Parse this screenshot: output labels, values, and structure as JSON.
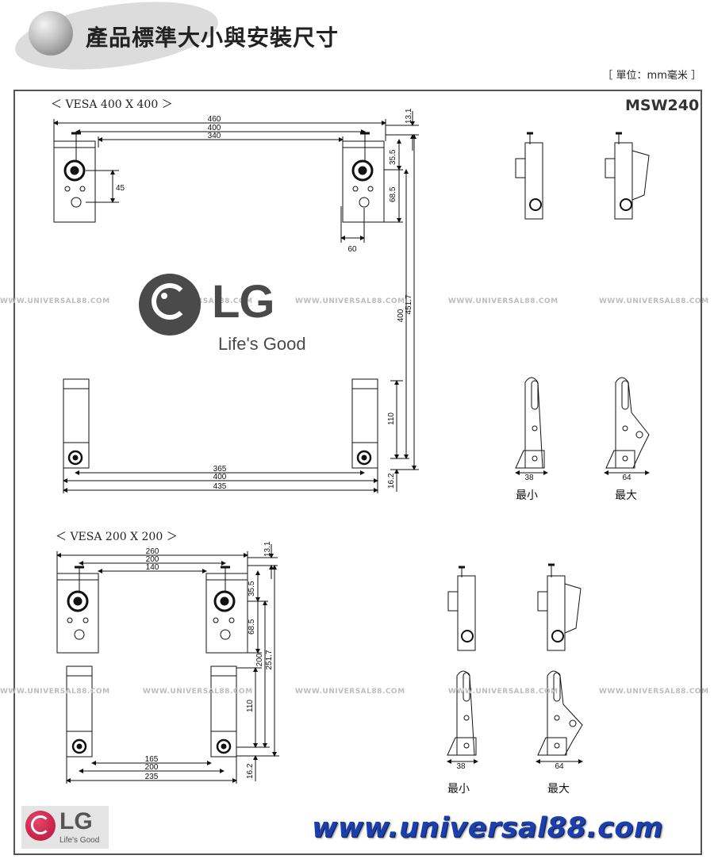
{
  "header": {
    "title": "產品標準大小與安裝尺寸",
    "unit": "［ 單位：mm毫米 ］"
  },
  "model": "MSW240",
  "watermark": "WWW.UNIVERSAL88.COM",
  "section_400": {
    "label": "＜ VESA 400 X 400 ＞",
    "dims": {
      "w460": "460",
      "w400": "400",
      "w340": "340",
      "h13": "13.1",
      "h35": "35.5",
      "h45": "45",
      "h68": "68.5",
      "w60": "60",
      "h400": "400",
      "h451": "451.7",
      "h110": "110",
      "w365": "365",
      "w400b": "400",
      "w435": "435",
      "h16": "16.2"
    }
  },
  "section_200": {
    "label": "＜ VESA 200 X 200 ＞",
    "dims": {
      "w260": "260",
      "w200": "200",
      "w140": "140",
      "h13": "13.1",
      "h35": "35.5",
      "h68": "68.5",
      "h200": "200",
      "h251": "251.7",
      "h110": "110",
      "w165": "165",
      "w200b": "200",
      "w235": "235",
      "h16": "16.2"
    }
  },
  "side_views": {
    "min_label": "最小",
    "max_label": "最大",
    "min_dim": "38",
    "max_dim": "64"
  },
  "brand": {
    "logo_text": "LG",
    "slogan": "Life's Good"
  },
  "website": "www.universal88.com"
}
